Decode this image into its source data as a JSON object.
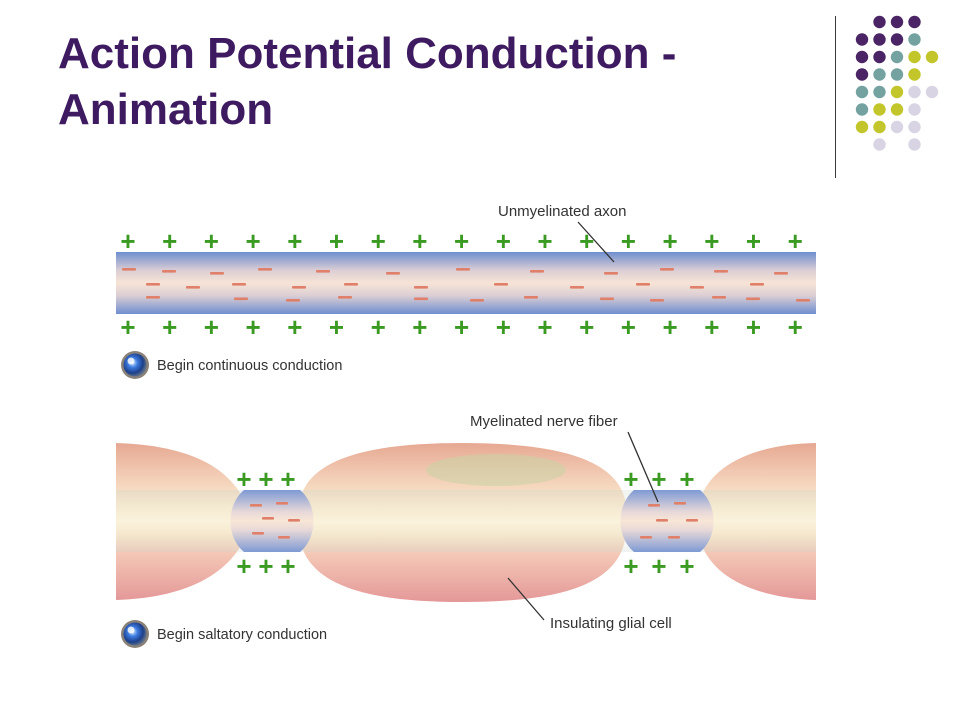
{
  "slide": {
    "title": "Action Potential Conduction - Animation"
  },
  "diagram": {
    "unmyelinated": {
      "label": "Unmyelinated axon",
      "button_label": "Begin continuous conduction"
    },
    "myelinated": {
      "label": "Myelinated nerve fiber",
      "glial_label": "Insulating glial cell",
      "button_label": "Begin saltatory conduction"
    },
    "plus_sign": "+",
    "minus_sign": "–"
  },
  "colors": {
    "title": "#3e1a60",
    "plus": "#3a9a22",
    "minus": "#e0806a",
    "dot_purple": "#4a2464",
    "dot_teal": "#74a2a0",
    "dot_olive": "#c3c62a",
    "dot_lavender": "#d8d4e4"
  }
}
